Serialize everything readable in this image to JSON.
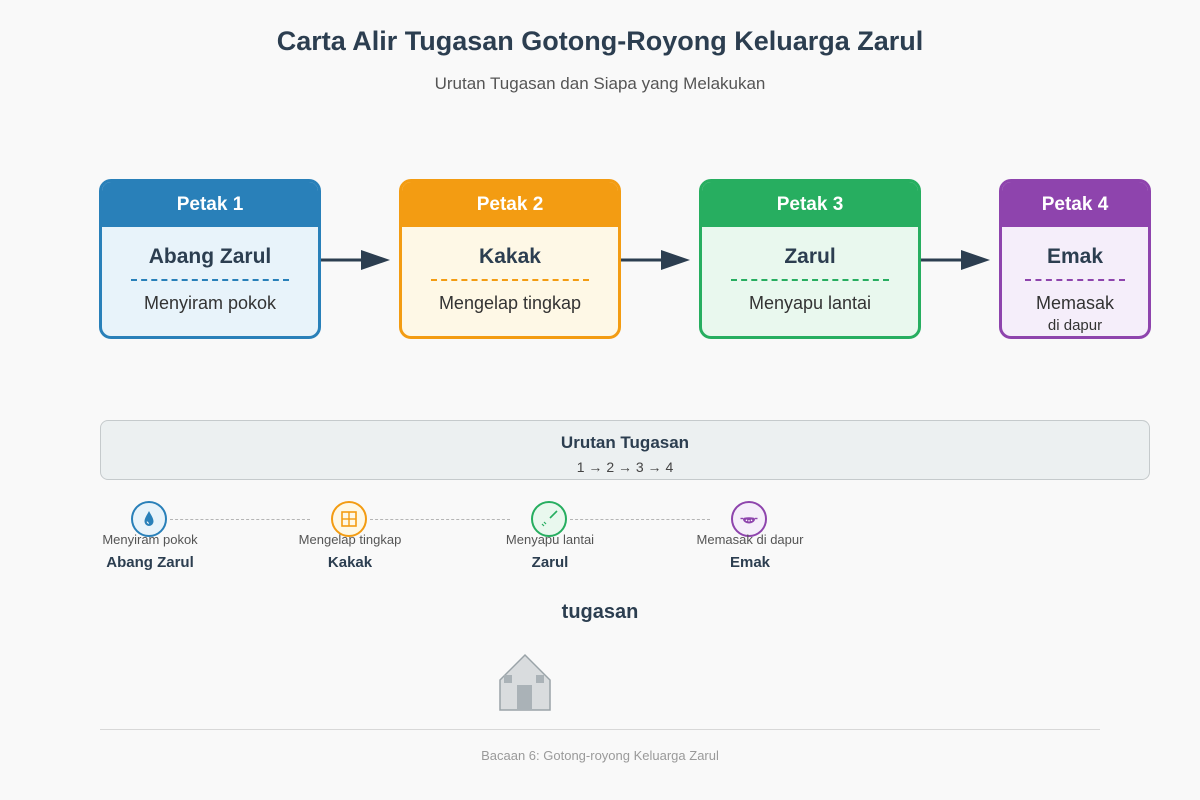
{
  "title": "Carta Alir Tugasan Gotong-Royong Keluarga Zarul",
  "subtitle": "Urutan Tugasan dan Siapa yang Melakukan",
  "steps": [
    {
      "label": "Petak 1",
      "person": "Abang Zarul",
      "task": "Menyiram pokok",
      "task2": "",
      "color": "#2980b9",
      "bg": "#e8f3fa"
    },
    {
      "label": "Petak 2",
      "person": "Kakak",
      "task": "Mengelap tingkap",
      "task2": "",
      "color": "#f39c12",
      "bg": "#fef8e6"
    },
    {
      "label": "Petak 3",
      "person": "Zarul",
      "task": "Menyapu lantai",
      "task2": "",
      "color": "#27ae60",
      "bg": "#e9f8ee"
    },
    {
      "label": "Petak 4",
      "person": "Emak",
      "task": "Memasak",
      "task2": "di dapur",
      "color": "#8e44ad",
      "bg": "#f5eefa"
    }
  ],
  "order": {
    "title": "Urutan Tugasan",
    "sequence": "1 → 2 → 3 → 4"
  },
  "timeline": [
    {
      "task": "Menyiram pokok",
      "person": "Abang Zarul",
      "icon": "water-drop-icon"
    },
    {
      "task": "Mengelap tingkap",
      "person": "Kakak",
      "icon": "window-icon"
    },
    {
      "task": "Menyapu lantai",
      "person": "Zarul",
      "icon": "broom-icon"
    },
    {
      "task": "Memasak di dapur",
      "person": "Emak",
      "icon": "cooking-pot-icon"
    }
  ],
  "tugasan_label": "tugasan",
  "footer": "Bacaan 6: Gotong-royong Keluarga Zarul"
}
